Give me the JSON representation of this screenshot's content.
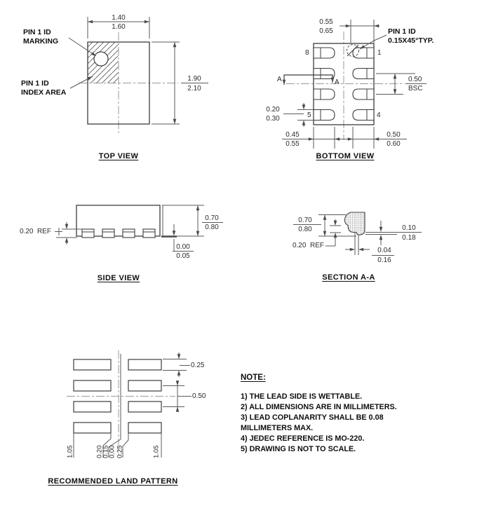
{
  "top_view": {
    "title": "TOP VIEW",
    "marking_label": {
      "l1": "PIN 1 ID",
      "l2": "MARKING"
    },
    "index_label": {
      "l1": "PIN 1 ID",
      "l2": "INDEX AREA"
    },
    "dims": {
      "width": {
        "upper": "1.40",
        "lower": "1.60"
      },
      "height": {
        "upper": "1.90",
        "lower": "2.10"
      }
    }
  },
  "bottom_view": {
    "title": "BOTTOM VIEW",
    "pin1_label": {
      "l1": "PIN 1 ID",
      "l2": "0.15X45°TYP."
    },
    "pins": {
      "p8": "8",
      "p1": "1",
      "p5": "5",
      "p4": "4"
    },
    "section": {
      "left": "A",
      "right": "A"
    },
    "dims": {
      "inset": {
        "upper": "0.55",
        "lower": "0.65"
      },
      "pitch": {
        "value": "0.50",
        "ref": "BSC"
      },
      "pad_width": {
        "upper": "0.20",
        "lower": "0.30"
      },
      "len_left": {
        "upper": "0.45",
        "lower": "0.55"
      },
      "len_right": {
        "upper": "0.50",
        "lower": "0.60"
      }
    }
  },
  "side_view": {
    "title": "SIDE VIEW",
    "dims": {
      "lead_ref": "0.20  REF",
      "height": {
        "upper": "0.70",
        "lower": "0.80"
      },
      "standoff": {
        "upper": "0.00",
        "lower": "0.05"
      }
    }
  },
  "section_aa": {
    "title": "SECTION A-A",
    "dims": {
      "height": {
        "upper": "0.70",
        "lower": "0.80"
      },
      "lead_ref": "0.20  REF",
      "flank": {
        "upper": "0.10",
        "lower": "0.18"
      },
      "step": {
        "upper": "0.04",
        "lower": "0.16"
      }
    }
  },
  "land_pattern": {
    "title": "RECOMMENDED LAND PATTERN",
    "dims": {
      "pad_height": "0.25",
      "pitch": "0.50"
    },
    "ordinates": [
      "1.05",
      "0.20",
      "0.15",
      "0.00",
      "0.25",
      "1.05"
    ]
  },
  "notes": {
    "title": "NOTE:",
    "lines": [
      "1) THE LEAD SIDE IS WETTABLE.",
      "2) ALL DIMENSIONS ARE IN MILLIMETERS.",
      "3) LEAD COPLANARITY SHALL BE 0.08",
      "MILLIMETERS MAX.",
      "4) JEDEC REFERENCE IS MO-220.",
      "5) DRAWING IS NOT TO SCALE."
    ]
  },
  "colors": {
    "line": "#3c3c3c",
    "dim_line": "#5a5a5a",
    "centerline": "#999999",
    "text": "#2b2b2b"
  }
}
